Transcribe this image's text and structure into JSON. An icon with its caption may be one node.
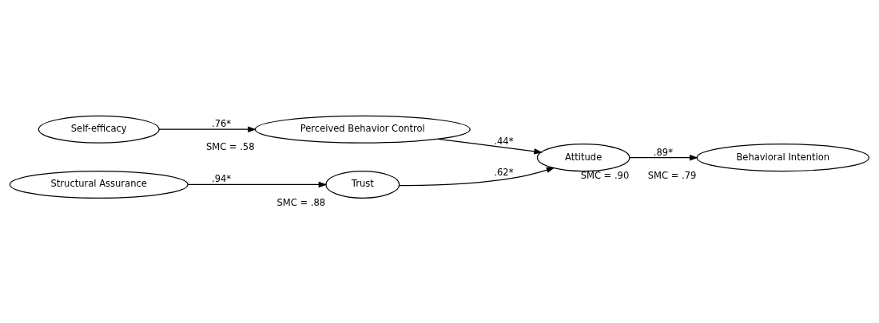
{
  "diagram": {
    "nodes": [
      {
        "text": [
          "Self-efficacy"
        ]
      },
      {
        "text": [
          "Perceived Behavior Control"
        ],
        "beside": [
          "SMC = .58"
        ]
      },
      {
        "text": [
          "Structural Assurance"
        ]
      },
      {
        "text": [
          "Trust"
        ],
        "beside": [
          "SMC = .88"
        ]
      },
      {
        "text": [
          "Attitude"
        ],
        "beside": [
          "SMC = .90"
        ]
      },
      {
        "text": [
          "Behavioral Intention"
        ],
        "beside": [
          "SMC = .79"
        ]
      }
    ],
    "edges": [
      {
        "from": 0,
        "to": 1,
        "arrow": "to",
        "label": ".76*"
      },
      {
        "from": 2,
        "to": 3,
        "arrow": "to",
        "label": ".94*"
      },
      {
        "from": 1,
        "to": 4,
        "arrow": "to",
        "label": ".44*"
      },
      {
        "from": 3,
        "to": 4,
        "arrow": "to",
        "label": ".62*"
      },
      {
        "from": 4,
        "to": 5,
        "arrow": "to",
        "label": ".89*"
      }
    ]
  }
}
